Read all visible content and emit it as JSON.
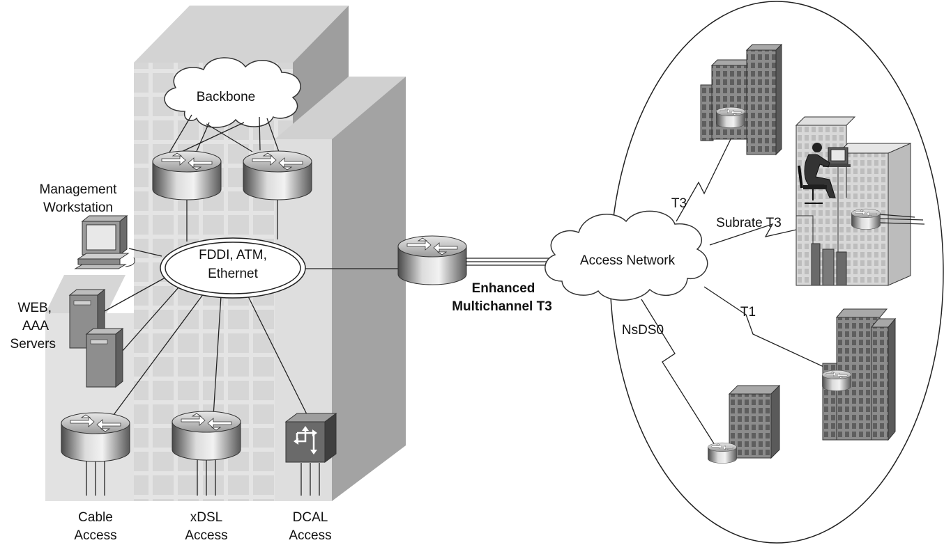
{
  "labels": {
    "backbone": "Backbone",
    "lan_line1": "FDDI, ATM,",
    "lan_line2": "Ethernet",
    "mgmt_line1": "Management",
    "mgmt_line2": "Workstation",
    "servers_line1": "WEB,",
    "servers_line2": "AAA",
    "servers_line3": "Servers",
    "cable_line1": "Cable",
    "cable_line2": "Access",
    "xdsl_line1": "xDSL",
    "xdsl_line2": "Access",
    "dcal_line1": "DCAL",
    "dcal_line2": "Access",
    "link_line1": "Enhanced",
    "link_line2": "Multichannel T3",
    "access_network": "Access Network",
    "t3": "T3",
    "subrate_t3": "Subrate T3",
    "t1": "T1",
    "nsds0": "NsDS0"
  },
  "icons": {
    "router": "router-icon",
    "switch": "switch-icon",
    "server": "server-icon",
    "workstation": "workstation-icon",
    "building": "building-icon",
    "cloud": "cloud-icon",
    "user": "user-icon"
  }
}
